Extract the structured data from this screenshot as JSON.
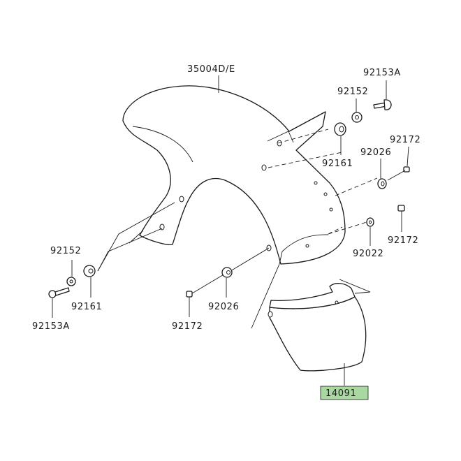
{
  "diagram": {
    "highlight_color": "#a9d9a0",
    "labels": {
      "front_fender": "35004D/E",
      "bolt_top": "92153A",
      "washer_top": "92152",
      "grommet_upper_right": "92161",
      "grommet_right": "92026",
      "screw_right_upper": "92172",
      "washer_right": "92022",
      "screw_right_lower": "92172",
      "washer_left": "92152",
      "grommet_left": "92161",
      "bolt_left": "92153A",
      "grommet_center": "92026",
      "screw_center": "92172",
      "mud_flap": "14091"
    }
  }
}
